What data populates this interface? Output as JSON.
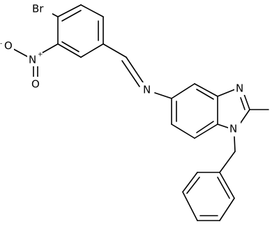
{
  "molecule": {
    "atom_labels": {
      "bromine": "Br",
      "nitro_nitrogen": "N",
      "nitro_charge": "+",
      "nitro_oxygen_upper": "O",
      "nitro_oxygen_upper_charge": "-",
      "nitro_oxygen_lower": "O",
      "imine_nitrogen": "N",
      "imidazole_n3": "N",
      "imidazole_n1": "N"
    },
    "label_color": "#000000",
    "bond_color": "#000000"
  }
}
